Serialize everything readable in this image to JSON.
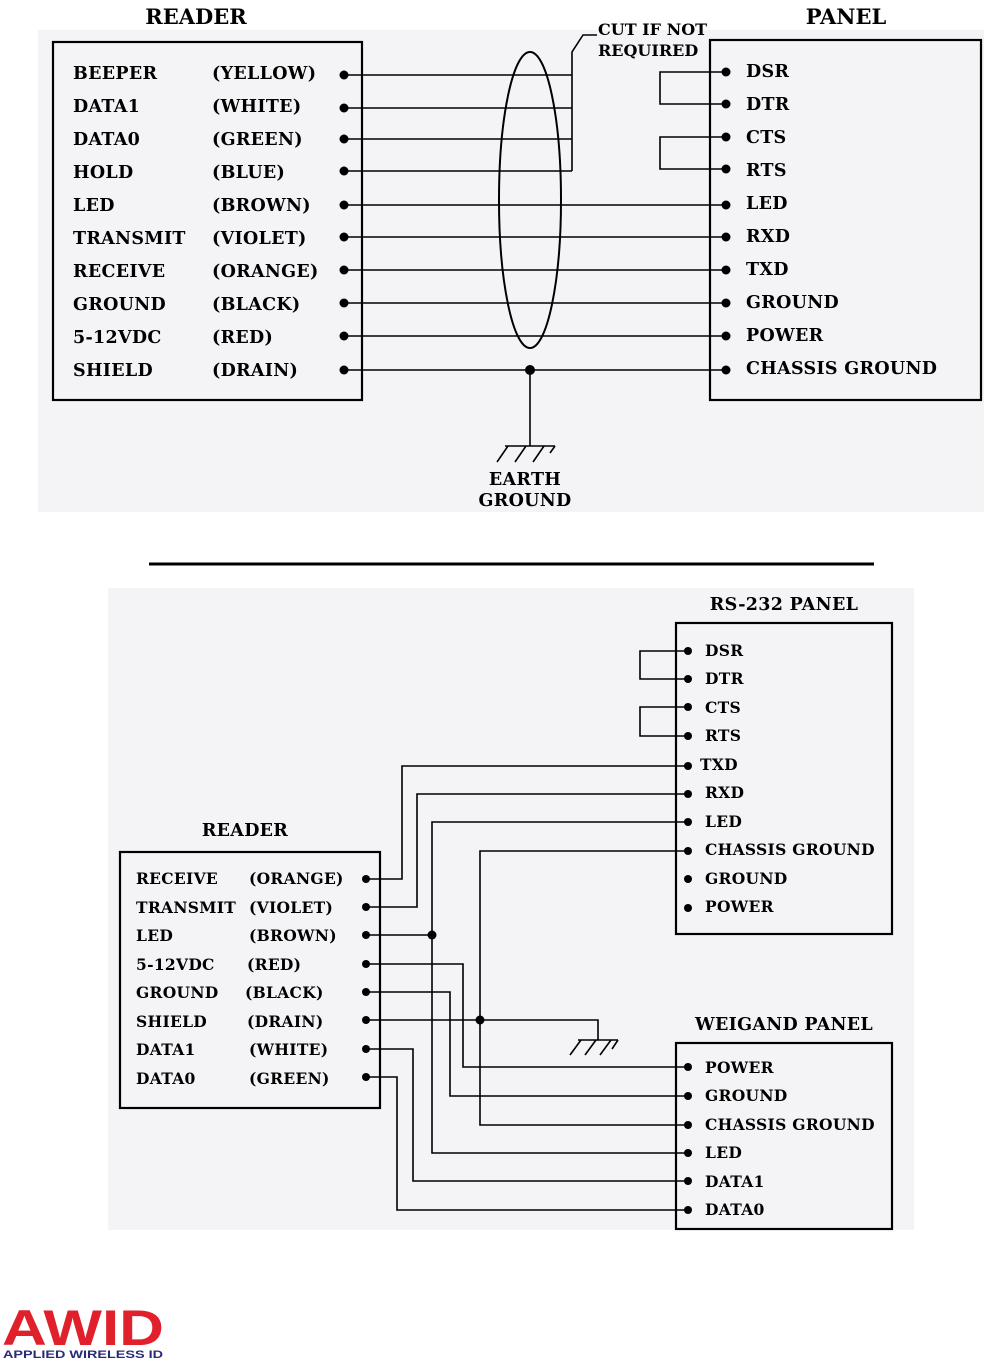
{
  "diagram1": {
    "reader_title": "READER",
    "panel_title": "PANEL",
    "cut_note": [
      "CUT IF NOT",
      "REQUIRED"
    ],
    "earth_ground": [
      "EARTH",
      "GROUND"
    ],
    "reader_rows": [
      {
        "name": "BEEPER",
        "color": "(YELLOW)"
      },
      {
        "name": "DATA1",
        "color": "(WHITE)"
      },
      {
        "name": "DATA0",
        "color": "(GREEN)"
      },
      {
        "name": "HOLD",
        "color": "(BLUE)"
      },
      {
        "name": "LED",
        "color": "(BROWN)"
      },
      {
        "name": "TRANSMIT",
        "color": "(VIOLET)"
      },
      {
        "name": "RECEIVE",
        "color": "(ORANGE)"
      },
      {
        "name": "GROUND",
        "color": "(BLACK)"
      },
      {
        "name": "5-12VDC",
        "color": "(RED)"
      },
      {
        "name": "SHIELD",
        "color": "(DRAIN)"
      }
    ],
    "panel_rows": [
      "DSR",
      "DTR",
      "CTS",
      "RTS",
      "LED",
      "RXD",
      "TXD",
      "GROUND",
      "POWER",
      "CHASSIS GROUND"
    ]
  },
  "diagram2": {
    "rs232_title": "RS-232 PANEL",
    "reader_title": "READER",
    "weigand_title": "WEIGAND PANEL",
    "rs232_rows": [
      "DSR",
      "DTR",
      "CTS",
      "RTS",
      "TXD",
      "RXD",
      "LED",
      "CHASSIS GROUND",
      "GROUND",
      "POWER"
    ],
    "reader_rows": [
      {
        "name": "RECEIVE",
        "color": "(ORANGE)"
      },
      {
        "name": "TRANSMIT",
        "color": "(VIOLET)"
      },
      {
        "name": "LED",
        "color": "(BROWN)"
      },
      {
        "name": "5-12VDC",
        "color": "(RED)"
      },
      {
        "name": "GROUND",
        "color": "(BLACK)"
      },
      {
        "name": "SHIELD",
        "color": "(DRAIN)"
      },
      {
        "name": "DATA1",
        "color": "(WHITE)"
      },
      {
        "name": "DATA0",
        "color": "(GREEN)"
      }
    ],
    "weigand_rows": [
      "POWER",
      "GROUND",
      "CHASSIS GROUND",
      "LED",
      "DATA1",
      "DATA0"
    ]
  },
  "logo": {
    "mark": "AWID",
    "tagline": "APPLIED WIRELESS ID",
    "color": "#e0202a"
  }
}
